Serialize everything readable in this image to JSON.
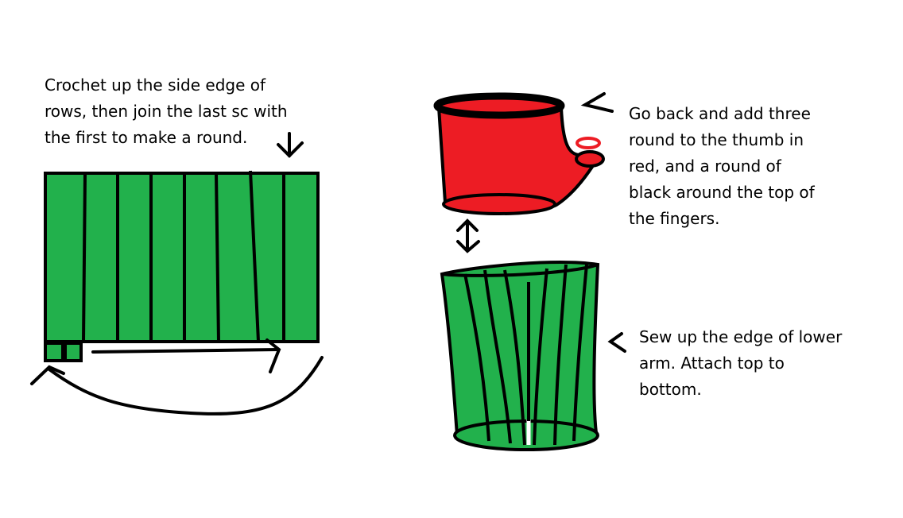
{
  "notes": {
    "crochet": [
      "Crochet up the side edge of",
      "rows, then join the last sc with",
      "the first to make a round."
    ],
    "add_rounds": [
      "Go back and add three",
      "round to the thumb in",
      "red, and a round of",
      "black around the top of",
      "the fingers."
    ],
    "sew": [
      "Sew up the edge of lower",
      "arm. Attach top to",
      "bottom."
    ]
  },
  "colors": {
    "green": "#22b14c",
    "red": "#ed1c24",
    "black": "#000000"
  }
}
